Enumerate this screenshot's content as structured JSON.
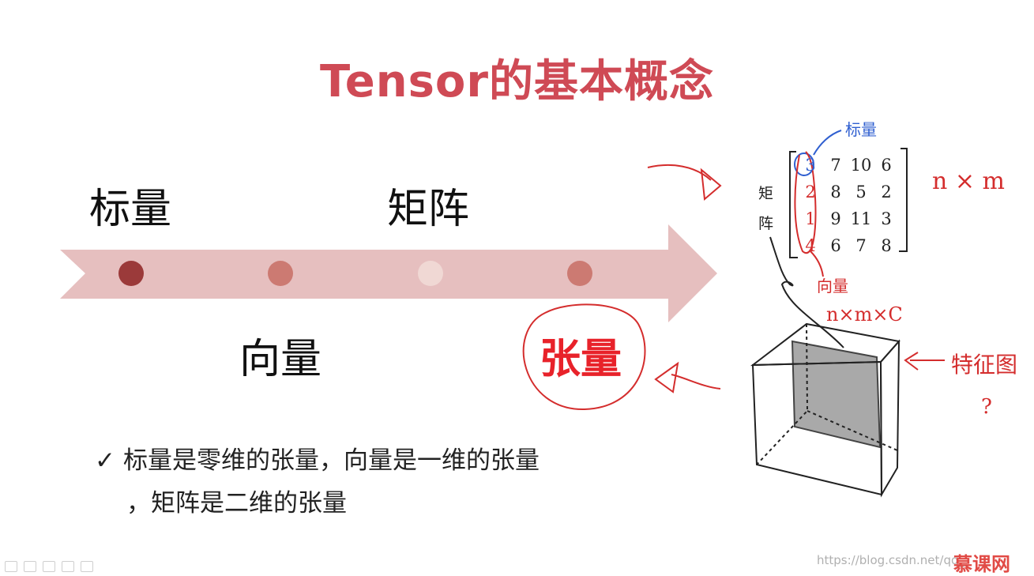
{
  "slide": {
    "title": "Tensor的基本概念",
    "timeline": {
      "scalar": "标量",
      "matrix": "矩阵",
      "vector": "向量",
      "tensor": "张量"
    },
    "bullet": {
      "line1": "标量是零维的张量，向量是一维的张量",
      "line2": "，矩阵是二维的张量",
      "check": "✓"
    }
  },
  "annotations": {
    "scalar_note": "标量",
    "vector_note": "向量",
    "matrix_side": "矩阵",
    "dims_nm": "n × m",
    "dims_nmc": "n×m×C",
    "feature_map": "特征图",
    "question": "?"
  },
  "matrix": {
    "rows": [
      [
        "3",
        "7",
        "10",
        "6"
      ],
      [
        "2",
        "8",
        "5",
        "2"
      ],
      [
        "1",
        "9",
        "11",
        "3"
      ],
      [
        "4",
        "6",
        "7",
        "8"
      ]
    ]
  },
  "footer": {
    "watermark": "https://blog.csdn.net/qq_",
    "brand": "慕课网"
  },
  "colors": {
    "title": "#cf4a55",
    "arrow": "#e6bfbf",
    "dot_dark": "#9b3a3a",
    "dot_mid": "#cc7a72",
    "dot_light": "#f0d8d4",
    "highlight": "#e8222a",
    "ink_red": "#d42d2d",
    "ink_blue": "#2f5fd0"
  }
}
